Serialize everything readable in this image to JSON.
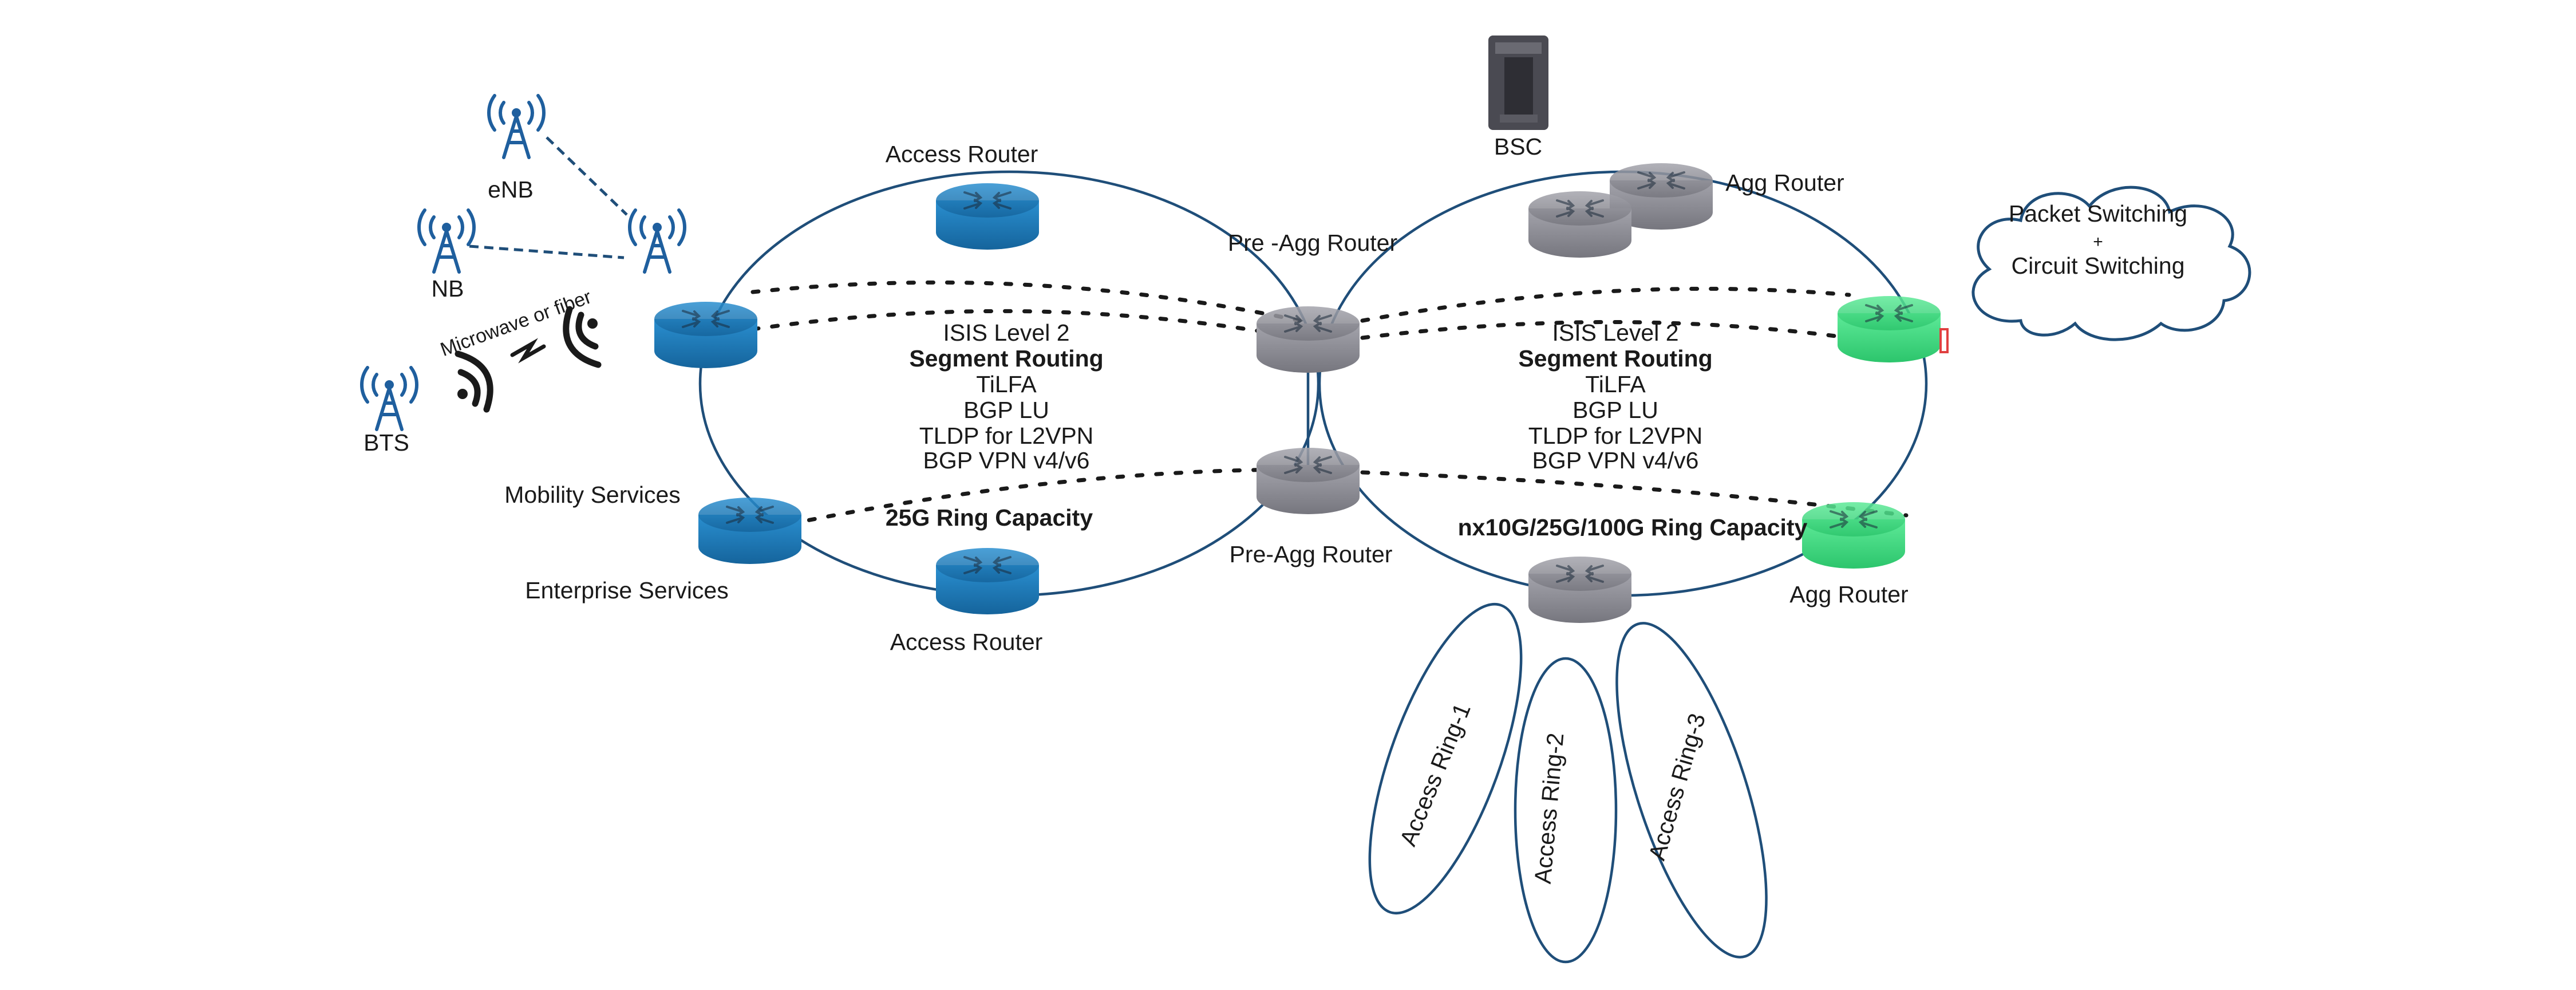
{
  "colors": {
    "ring_line": "#1f4e79",
    "router_blue": "#1f78b4",
    "router_gray": "#8c8c94",
    "router_green": "#3fd97f",
    "tower_blue": "#1f5f9e",
    "cloud_stroke": "#1f4e79"
  },
  "icons": {
    "router": "router-icon",
    "tower": "cell-tower-icon",
    "bsc": "server-rack-icon",
    "wireless": "wireless-signal-icon",
    "cloud": "cloud-icon"
  },
  "labels": {
    "access_router_top": "Access Router",
    "access_router_bottom": "Access Router",
    "pre_agg_top": "Pre -Agg Router",
    "pre_agg_bottom": "Pre-Agg Router",
    "bsc": "BSC",
    "agg_router_top": "Agg Router",
    "agg_router_bottom": "Agg Router",
    "enb": "eNB",
    "nb": "NB",
    "bts": "BTS",
    "microwave": "Microwave or fiber",
    "mobility": "Mobility Services",
    "enterprise": "Enterprise Services"
  },
  "cloud": {
    "line1": "Packet Switching",
    "line2": "+",
    "line3": "Circuit Switching"
  },
  "left_ring": {
    "lines": [
      "ISIS Level 2",
      "Segment Routing",
      "TiLFA",
      "BGP LU",
      "TLDP for L2VPN",
      "BGP VPN v4/v6"
    ],
    "capacity": "25G Ring Capacity"
  },
  "right_ring": {
    "lines": [
      "ISIS Level 2",
      "Segment Routing",
      "TiLFA",
      "BGP LU",
      "TLDP for L2VPN",
      "BGP VPN v4/v6"
    ],
    "capacity": "nx10G/25G/100G Ring Capacity"
  },
  "access_rings": [
    "Access Ring-1",
    "Access Ring-2",
    "Access Ring-3"
  ]
}
